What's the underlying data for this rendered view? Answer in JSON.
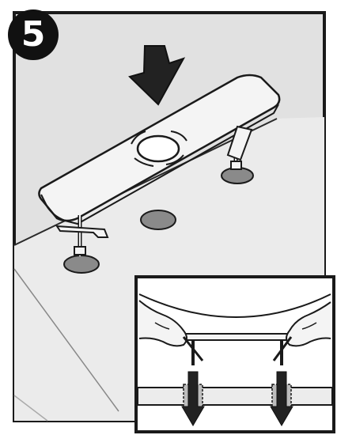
{
  "step": {
    "number": "5"
  },
  "colors": {
    "background": "#e1e1e1",
    "counter": "#ebebeb",
    "outline": "#1a1a1a",
    "hole": "#8a8a8a",
    "arrow": "#222222",
    "pipe": "#ececec",
    "badge": "#111111"
  },
  "icons": {
    "step_badge": "circle-badge",
    "main_arrow": "arrow-down",
    "inset_arrows": "arrow-down"
  }
}
